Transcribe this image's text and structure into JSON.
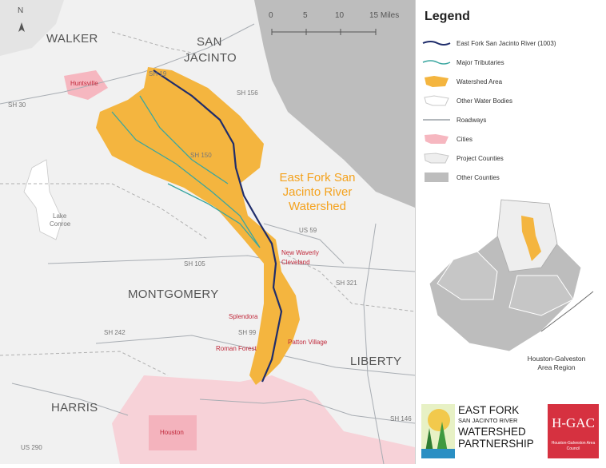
{
  "map": {
    "county_labels": [
      "WALKER",
      "SAN",
      "JACINTO",
      "MONTGOMERY",
      "HARRIS",
      "LIBERTY"
    ],
    "watershed_label": [
      "East Fork San",
      "Jacinto River",
      "Watershed"
    ],
    "cities": [
      "Huntsville",
      "New Waverly",
      "Cleveland",
      "Splendora",
      "Patton Village",
      "Roman Forest",
      "Houston"
    ],
    "lake_label": [
      "Lake",
      "Conroe"
    ],
    "roads": [
      "SH 19",
      "SH 30",
      "SH 156",
      "SH 150",
      "SH 321",
      "SH 105",
      "SH 242",
      "SH 146",
      "SH 99",
      "US 59",
      "US 290"
    ],
    "scale": [
      "0",
      "5",
      "10",
      "15 Miles"
    ],
    "north": "N"
  },
  "legend": {
    "title": "Legend",
    "items": [
      {
        "label": "East Fork San Jacinto River (1003)",
        "kind": "river",
        "color": "#1f2d6b"
      },
      {
        "label": "Major Tributaries",
        "kind": "tributary",
        "color": "#3aa6a0"
      },
      {
        "label": "Watershed Area",
        "kind": "watershed",
        "color": "#f4b53f"
      },
      {
        "label": "Other Water Bodies",
        "kind": "water",
        "color": "#ffffff"
      },
      {
        "label": "Roadways",
        "kind": "road",
        "color": "#9aa0a6"
      },
      {
        "label": "Cities",
        "kind": "city",
        "color": "#f6b7c0"
      },
      {
        "label": "Project Counties",
        "kind": "project",
        "color": "#eeeeee"
      },
      {
        "label": "Other Counties",
        "kind": "other",
        "color": "#bdbdbd"
      }
    ]
  },
  "inset": {
    "label": [
      "Houston-Galveston",
      "Area Region"
    ]
  },
  "logos": {
    "partnership": [
      "EAST FORK",
      "SAN JACINTO RIVER",
      "WATERSHED",
      "PARTNERSHIP"
    ],
    "hgac": "H-GAC",
    "hgac_sub": "Houston-Galveston Area Council"
  },
  "colors": {
    "watershed": "#f4b53f",
    "river": "#1f2d6b",
    "tributary": "#3aa6a0",
    "other_county": "#bdbdbd",
    "city": "#f6b7c0",
    "hgac_red": "#d63140"
  }
}
